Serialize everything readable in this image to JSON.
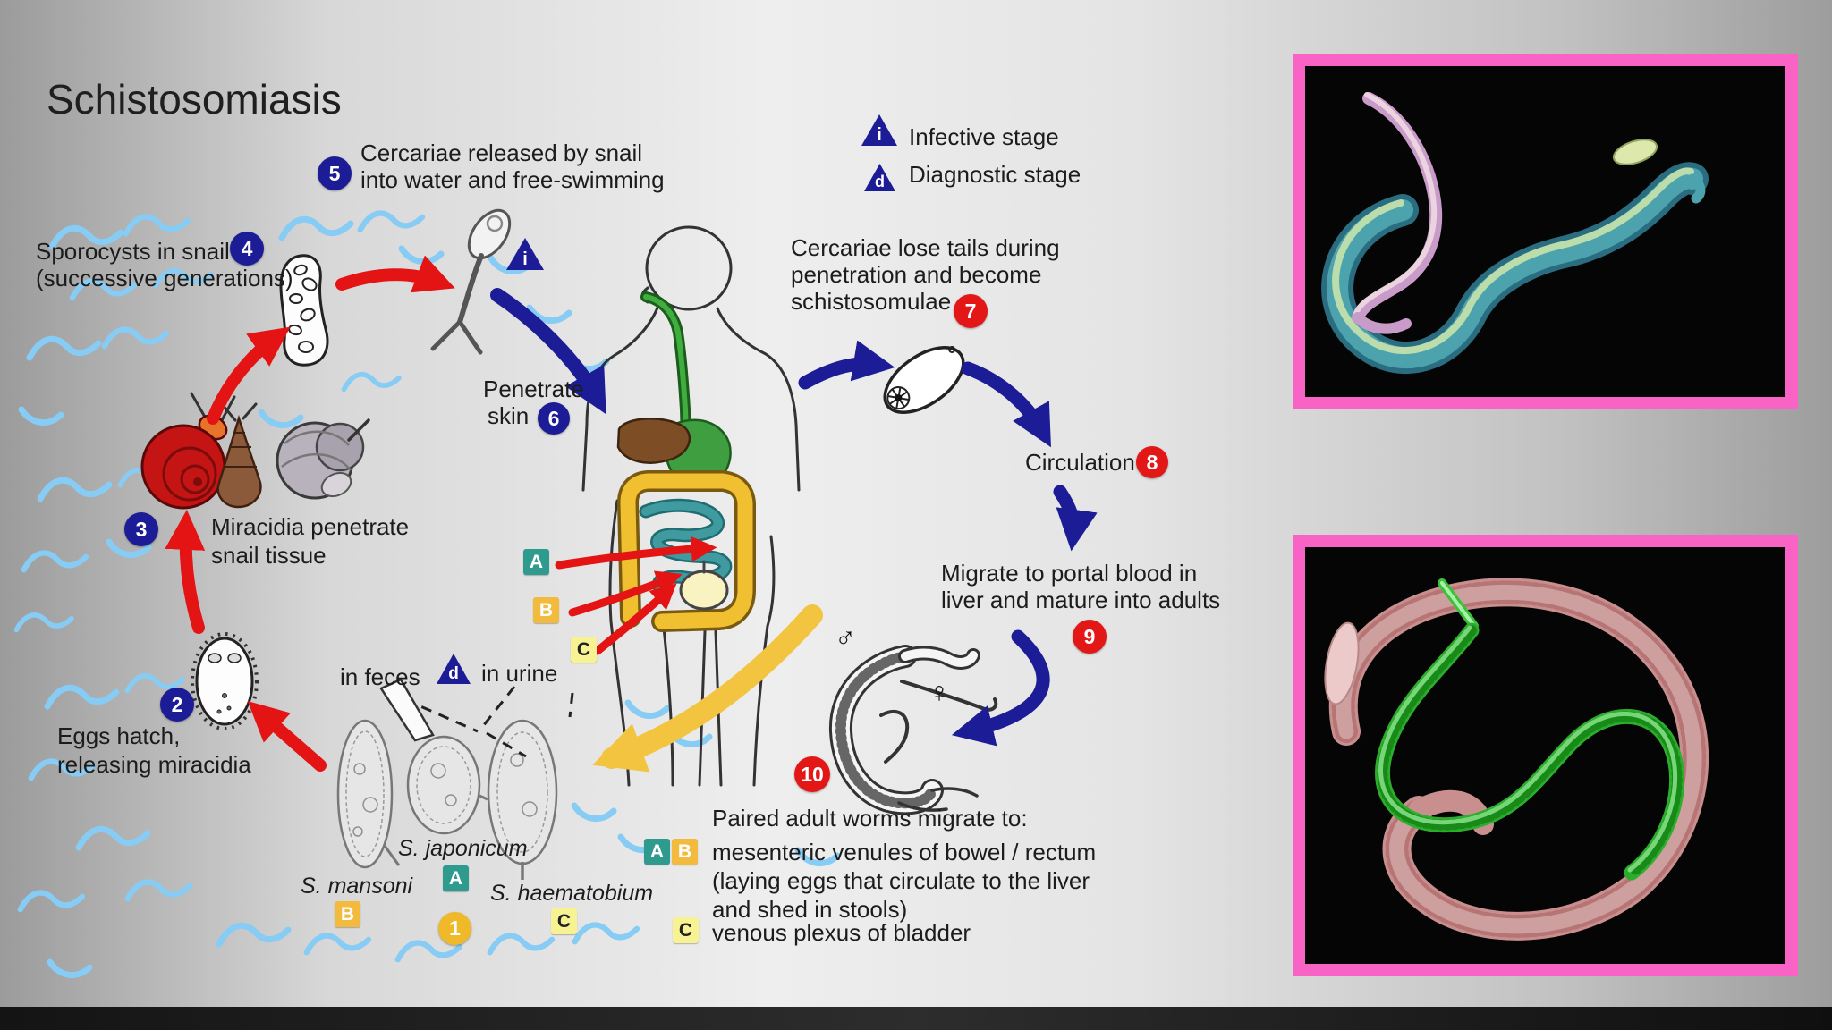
{
  "title": "Schistosomiasis",
  "legend": {
    "infective_symbol": "i",
    "infective_label": "Infective stage",
    "diagnostic_symbol": "d",
    "diagnostic_label": "Diagnostic stage"
  },
  "steps": {
    "s1": {
      "num": "1"
    },
    "s2": {
      "num": "2",
      "line1": "Eggs hatch,",
      "line2": "releasing miracidia"
    },
    "s3": {
      "num": "3",
      "line1": "Miracidia penetrate",
      "line2": "snail tissue"
    },
    "s4": {
      "num": "4",
      "line1": "Sporocysts in snail",
      "line2": "(successive generations)"
    },
    "s5": {
      "num": "5",
      "line1": "Cercariae released by snail",
      "line2": "into water and free-swimming"
    },
    "s6": {
      "num": "6",
      "line1": "Penetrate",
      "line2": "skin"
    },
    "s7": {
      "num": "7",
      "line1": "Cercariae lose tails during",
      "line2": "penetration and become",
      "line3": "schistosomulae"
    },
    "s8": {
      "num": "8",
      "label": "Circulation"
    },
    "s9": {
      "num": "9",
      "line1": "Migrate to portal blood in",
      "line2": "liver and mature into adults"
    },
    "s10": {
      "num": "10",
      "heading": "Paired adult worms migrate to:",
      "ab_text": "mesenteric venules of bowel / rectum",
      "paren1": "(laying eggs that circulate to the liver",
      "paren2": "and shed in stools)",
      "c_text": "venous plexus of bladder"
    }
  },
  "shedding": {
    "feces": "in feces",
    "urine": "in urine",
    "symbol": "d"
  },
  "species": {
    "mansoni": {
      "name": "S. mansoni",
      "tag": "B"
    },
    "japonicum": {
      "name": "S. japonicum",
      "tag": "A"
    },
    "haematobium": {
      "name": "S. haematobium",
      "tag": "C"
    }
  },
  "body_tags": {
    "a": "A",
    "b": "B",
    "c": "C"
  },
  "worms": {
    "male": "♂",
    "female": "♀"
  },
  "colors": {
    "badge_blue": "#1c1c96",
    "badge_red": "#e41717",
    "badge_yellow": "#f0b929",
    "arrow_red": "#e41414",
    "arrow_blue": "#1c1c96",
    "arrow_yellow": "#f2c440",
    "wave_blue": "#86ccf4",
    "frame_pink": "#f963c5",
    "square_a_teal": "#2f9a8e",
    "square_b_orange": "#f2bb3d",
    "square_c_yellow": "#f7f292"
  }
}
